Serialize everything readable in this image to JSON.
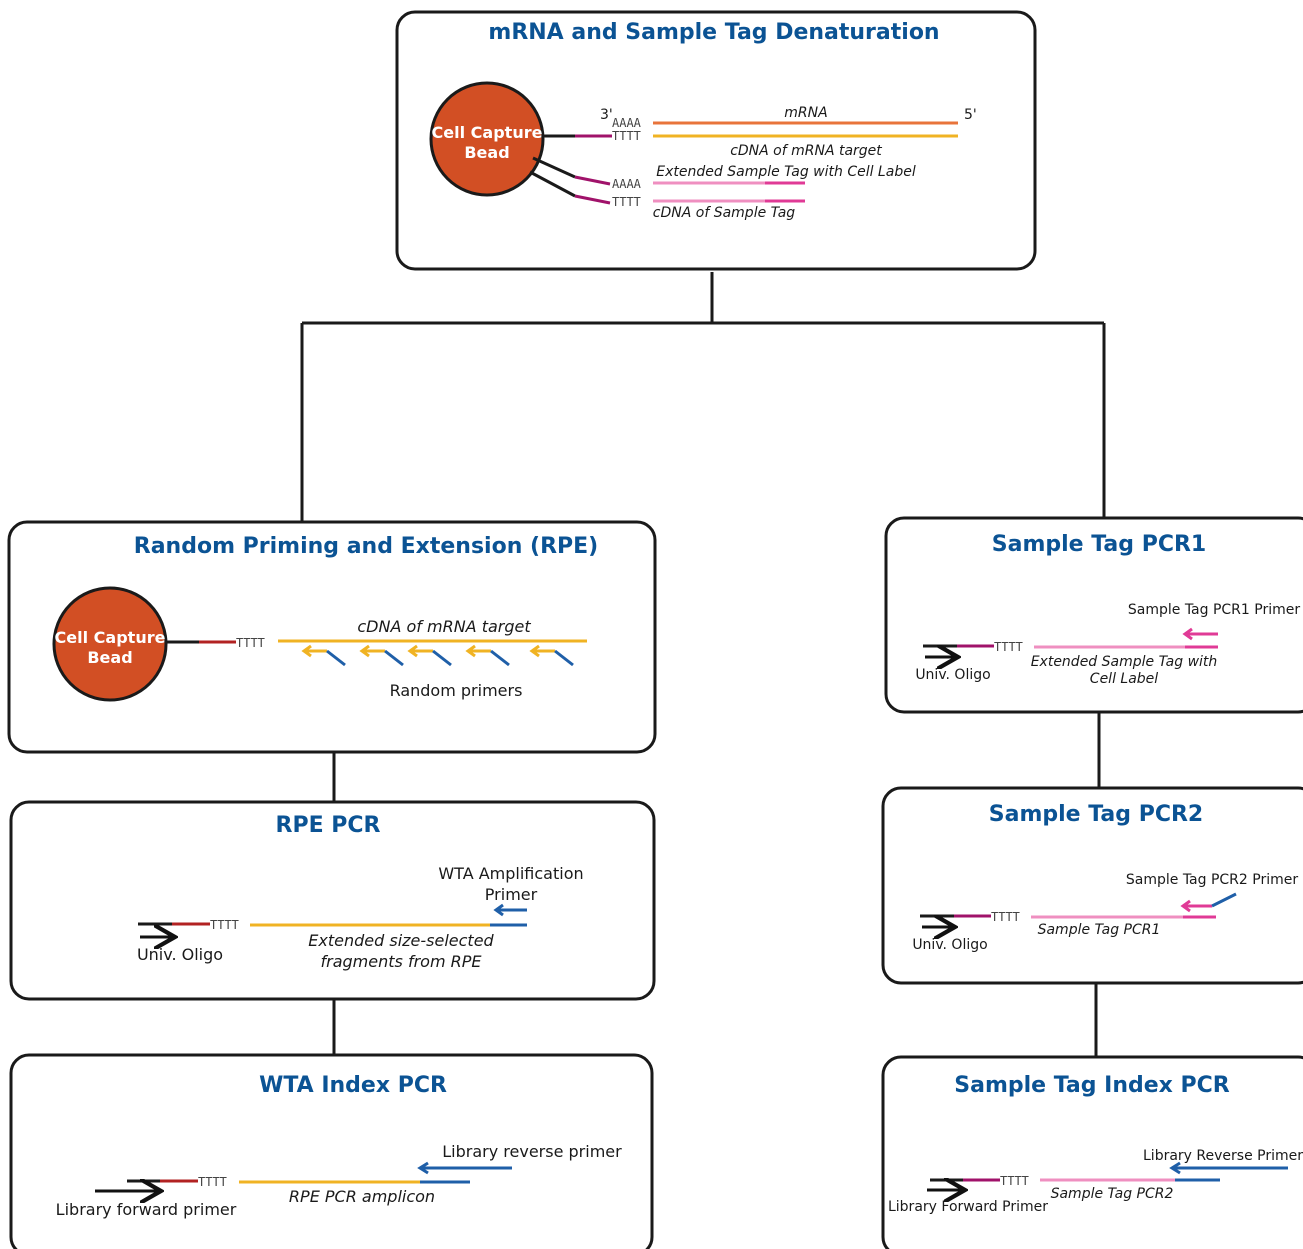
{
  "colors": {
    "title_blue": "#0b5394",
    "mrna_orange": "#e8743b",
    "cdna_yellow": "#f0b323",
    "tag_pink": "#ef8fc0",
    "tag_magenta": "#a0126a",
    "bright_pink": "#e03a96",
    "red_linker": "#b22222",
    "primer_blue": "#1f5fa8",
    "bead_fill": "#d24f24"
  },
  "denaturation": {
    "title": "mRNA and Sample Tag Denaturation",
    "bead": {
      "line1": "Cell Capture",
      "line2": "Bead"
    },
    "three_prime": "3'",
    "five_prime": "5'",
    "seq_aaaa_1": "AAAA",
    "seq_tttt_1": "TTTT",
    "seq_aaaa_2": "AAAA",
    "seq_tttt_2": "TTTT",
    "mrna_label": "mRNA",
    "cdna_label": "cDNA of mRNA target",
    "ext_tag_label": "Extended Sample Tag with Cell Label",
    "cdna_tag_label": "cDNA of Sample Tag"
  },
  "rpe": {
    "title": "Random Priming and Extension (RPE)",
    "bead": {
      "line1": "Cell Capture",
      "line2": "Bead"
    },
    "seq": "TTTT",
    "cdna_label": "cDNA of mRNA target",
    "primers_label": "Random primers"
  },
  "rpe_pcr": {
    "title": "RPE PCR",
    "primer_line1": "WTA Amplification",
    "primer_line2": "Primer",
    "seq": "TTTT",
    "univ_label": "Univ. Oligo",
    "frag_line1": "Extended size-selected",
    "frag_line2": "fragments from RPE"
  },
  "wta_index": {
    "title": "WTA Index PCR",
    "reverse_label": "Library reverse primer",
    "seq": "TTTT",
    "forward_label": "Library forward primer",
    "amplicon_label": "RPE PCR amplicon"
  },
  "st_pcr1": {
    "title": "Sample Tag PCR1",
    "primer_label": "Sample Tag PCR1 Primer",
    "seq": "TTTT",
    "univ_label": "Univ. Oligo",
    "ext_line1": "Extended Sample Tag with",
    "ext_line2": "Cell Label"
  },
  "st_pcr2": {
    "title": "Sample Tag PCR2",
    "primer_label": "Sample Tag PCR2 Primer",
    "seq": "TTTT",
    "univ_label": "Univ. Oligo",
    "tag_label": "Sample Tag PCR1"
  },
  "st_index": {
    "title": "Sample Tag Index PCR",
    "reverse_label": "Library Reverse Primer",
    "seq": "TTTT",
    "forward_label": "Library Forward Primer",
    "tag_label": "Sample Tag PCR2"
  }
}
